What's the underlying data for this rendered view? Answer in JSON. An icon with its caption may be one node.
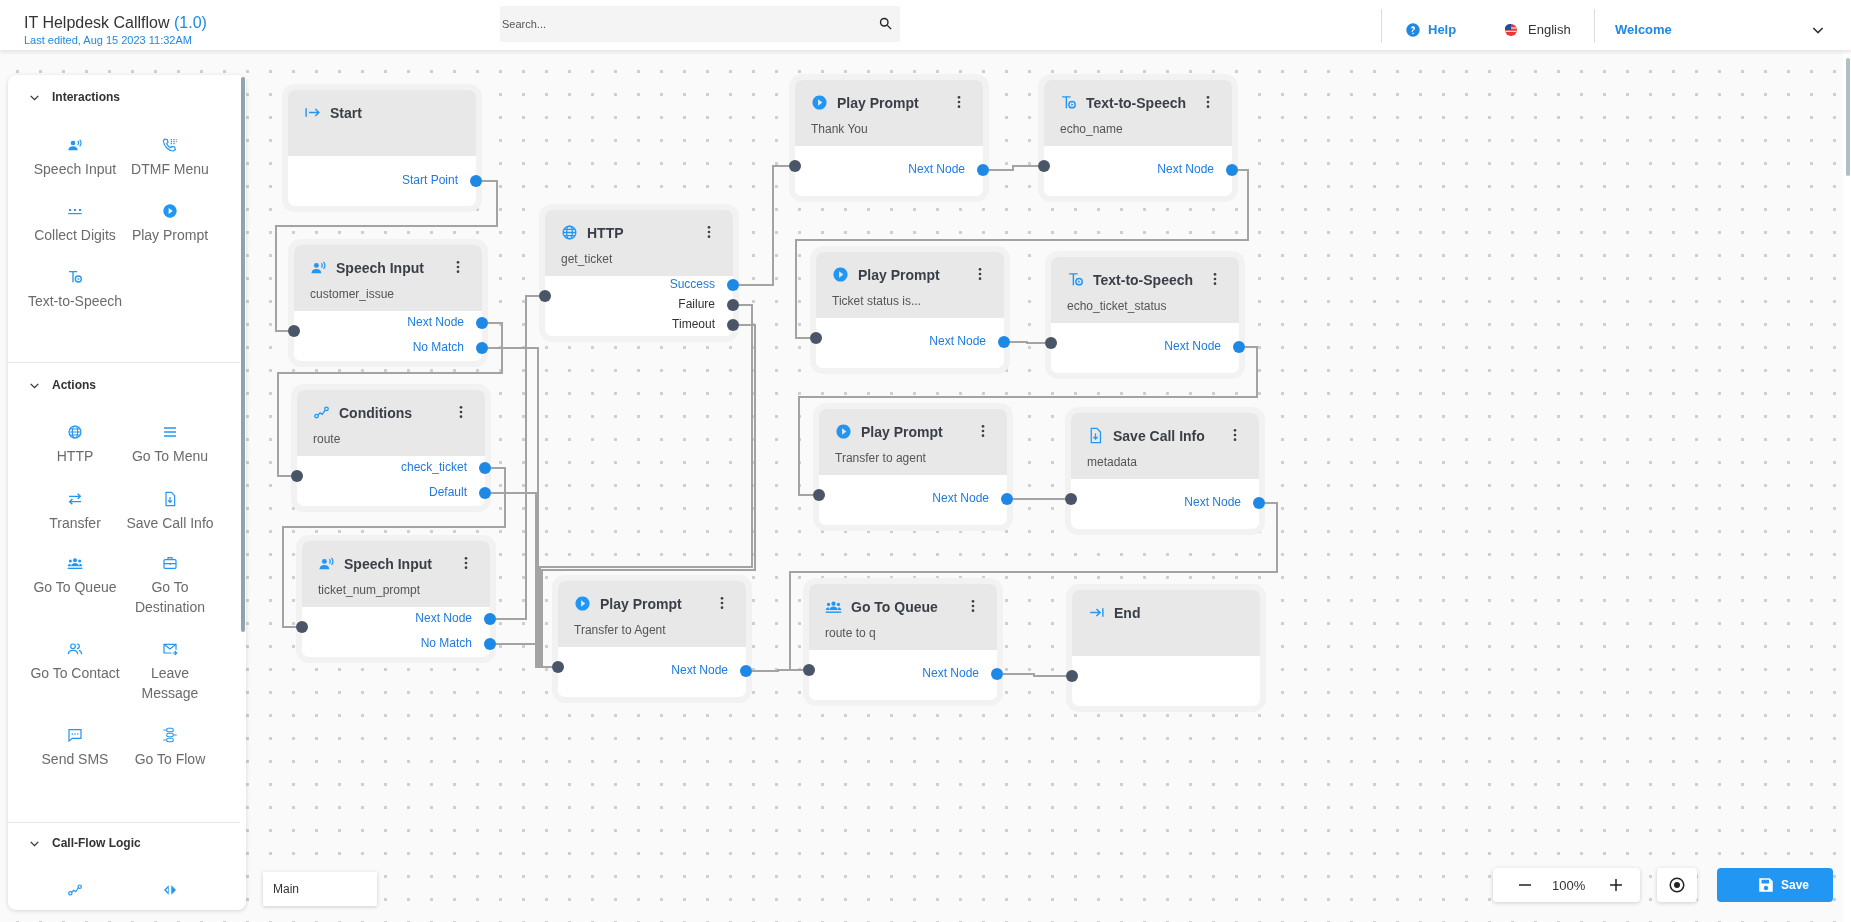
{
  "diagram": {
    "title": "IT Helpdesk Callflow",
    "nodes": [
      {
        "text": [
          "Start",
          "Start Point"
        ]
      },
      {
        "text": [
          "Speech Input",
          "customer_issue",
          "Next Node",
          "No Match"
        ]
      },
      {
        "text": [
          "Conditions",
          "route",
          "check_ticket",
          "Default"
        ]
      },
      {
        "text": [
          "Speech Input",
          "ticket_num_prompt",
          "Next Node",
          "No Match"
        ]
      },
      {
        "text": [
          "HTTP",
          "get_ticket",
          "Success",
          "Failure",
          "Timeout"
        ]
      },
      {
        "text": [
          "Play Prompt",
          "Transfer to Agent",
          "Next Node"
        ]
      },
      {
        "text": [
          "Play Prompt",
          "Thank You",
          "Next Node"
        ]
      },
      {
        "text": [
          "Text-to-Speech",
          "echo_name",
          "Next Node"
        ]
      },
      {
        "text": [
          "Play Prompt",
          "Ticket status is...",
          "Next Node"
        ]
      },
      {
        "text": [
          "Text-to-Speech",
          "echo_ticket_status",
          "Next Node"
        ]
      },
      {
        "text": [
          "Play Prompt",
          "Transfer to agent",
          "Next Node"
        ]
      },
      {
        "text": [
          "Save Call Info",
          "metadata",
          "Next Node"
        ]
      },
      {
        "text": [
          "Go To Queue",
          "route to q",
          "Next Node"
        ]
      },
      {
        "text": [
          "End"
        ]
      }
    ],
    "edges": [
      {
        "from": 0,
        "to": 1,
        "arrow": "none"
      },
      {
        "from": 1,
        "to": 2,
        "arrow": "none"
      },
      {
        "from": 1,
        "to": 5,
        "arrow": "none"
      },
      {
        "from": 2,
        "to": 3,
        "arrow": "none"
      },
      {
        "from": 2,
        "to": 5,
        "arrow": "none"
      },
      {
        "from": 3,
        "to": 4,
        "arrow": "none"
      },
      {
        "from": 3,
        "to": 5,
        "arrow": "none"
      },
      {
        "from": 4,
        "to": 6,
        "arrow": "none"
      },
      {
        "from": 4,
        "to": 5,
        "arrow": "none"
      },
      {
        "from": 4,
        "to": 5,
        "arrow": "none"
      },
      {
        "from": 6,
        "to": 7,
        "arrow": "none"
      },
      {
        "from": 7,
        "to": 8,
        "arrow": "none"
      },
      {
        "from": 8,
        "to": 9,
        "arrow": "none"
      },
      {
        "from": 9,
        "to": 10,
        "arrow": "none"
      },
      {
        "from": 10,
        "to": 11,
        "arrow": "none"
      },
      {
        "from": 11,
        "to": 12,
        "arrow": "none"
      },
      {
        "from": 5,
        "to": 12,
        "arrow": "none"
      },
      {
        "from": 12,
        "to": 13,
        "arrow": "none"
      }
    ],
    "labels": [
      "(1.0)",
      "Last edited, Aug 15 2023 11:32AM",
      "Search...",
      "Help",
      "English",
      "Welcome",
      "Interactions",
      "Speech Input",
      "DTMF Menu",
      "Collect Digits",
      "Play Prompt",
      "Text-to-Speech",
      "Actions",
      "HTTP",
      "Go To Menu",
      "Transfer",
      "Save Call Info",
      "Go To Queue",
      "Go To Destination",
      "Go To Contact",
      "Leave Message",
      "Send SMS",
      "Go To Flow",
      "Call-Flow Logic",
      "Main",
      "100%",
      "Save"
    ]
  }
}
